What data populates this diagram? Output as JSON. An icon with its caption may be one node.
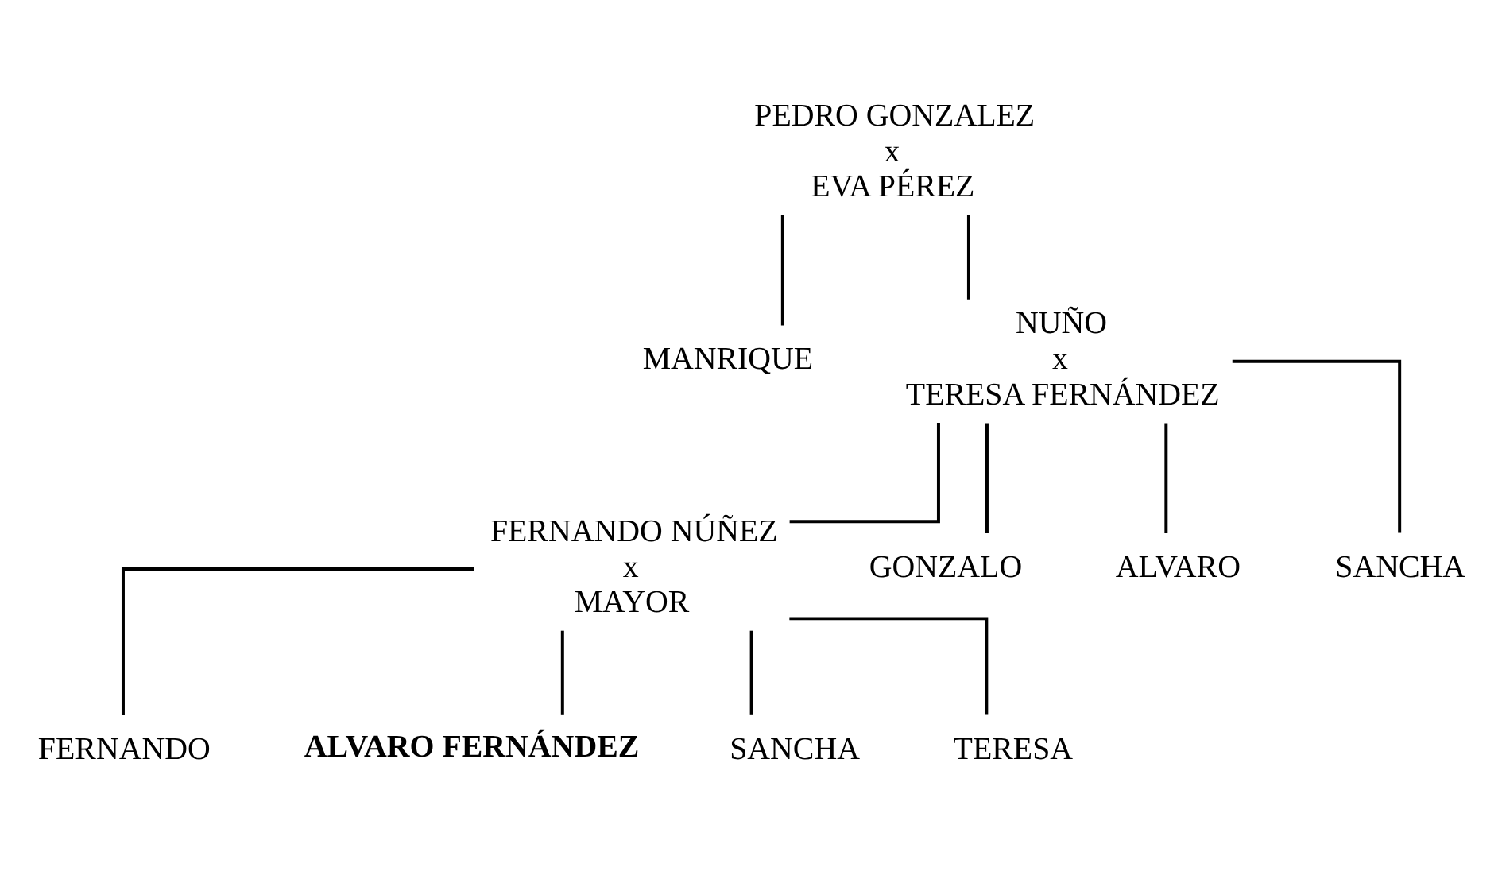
{
  "diagram": {
    "nodes": [
      {
        "text": [
          "PEDRO GONZALEZ",
          "x",
          "EVA PÉREZ"
        ]
      },
      {
        "text": [
          "MANRIQUE"
        ]
      },
      {
        "text": [
          "NUÑO",
          "x",
          "TERESA FERNÁNDEZ"
        ]
      },
      {
        "text": [
          "FERNANDO NÚÑEZ",
          "x",
          "MAYOR"
        ]
      },
      {
        "text": [
          "GONZALO"
        ]
      },
      {
        "text": [
          "ALVARO"
        ]
      },
      {
        "text": [
          "SANCHA"
        ]
      },
      {
        "text": [
          "FERNANDO"
        ]
      },
      {
        "text": [
          "ALVARO FERNÁNDEZ"
        ]
      },
      {
        "text": [
          "SANCHA"
        ]
      },
      {
        "text": [
          "TERESA"
        ]
      }
    ],
    "edges": [
      {
        "from": 0,
        "to": 1,
        "arrow": "none"
      },
      {
        "from": 0,
        "to": 2,
        "arrow": "none"
      },
      {
        "from": 2,
        "to": 3,
        "arrow": "none"
      },
      {
        "from": 2,
        "to": 4,
        "arrow": "none"
      },
      {
        "from": 2,
        "to": 5,
        "arrow": "none"
      },
      {
        "from": 2,
        "to": 6,
        "arrow": "none"
      },
      {
        "from": 3,
        "to": 7,
        "arrow": "none"
      },
      {
        "from": 3,
        "to": 8,
        "arrow": "none"
      },
      {
        "from": 3,
        "to": 9,
        "arrow": "none"
      },
      {
        "from": 3,
        "to": 10,
        "arrow": "none"
      }
    ]
  }
}
